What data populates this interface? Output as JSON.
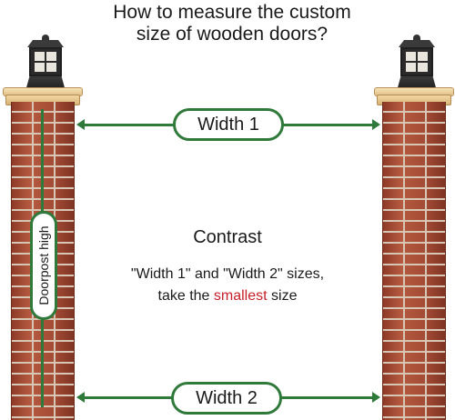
{
  "title": {
    "line1": "How to measure the custom",
    "line2": "size of wooden doors?"
  },
  "labels": {
    "width1": "Width 1",
    "width2": "Width 2",
    "doorpost_high": "Doorpost high"
  },
  "center": {
    "heading": "Contrast",
    "line1": "\"Width 1\" and \"Width 2\" sizes,",
    "line2_before": "take the ",
    "line2_highlight": "smallest",
    "line2_after": " size"
  },
  "colors": {
    "measure_green": "#2f7a3a",
    "highlight_red": "#c8202a",
    "brick": "#a9503a"
  },
  "icons": [
    "post-lamp-icon",
    "brick-pillar"
  ]
}
